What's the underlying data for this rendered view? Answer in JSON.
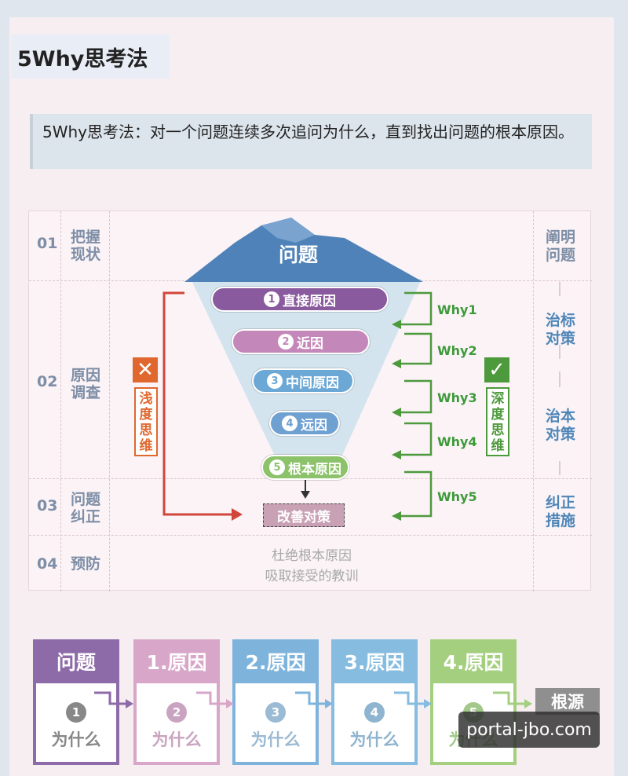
{
  "title": "5Why思考法",
  "definition": "5Why思考法：对一个问题连续多次追问为什么，直到找出问题的根本原因。",
  "diagram": {
    "rows": [
      {
        "num": "01",
        "label": "把握现状"
      },
      {
        "num": "02",
        "label": "原因调查"
      },
      {
        "num": "03",
        "label": "问题纠正"
      },
      {
        "num": "04",
        "label": "预防"
      }
    ],
    "right_labels": [
      "阐明问题",
      "治标对策",
      "治本对策",
      "纠正措施"
    ],
    "top_label": "问题",
    "pills": [
      {
        "num": "1",
        "label": "直接原因",
        "color": "#8a5a9e"
      },
      {
        "num": "2",
        "label": "近因",
        "color": "#c487b9"
      },
      {
        "num": "3",
        "label": "中间原因",
        "color": "#6ca8d6"
      },
      {
        "num": "4",
        "label": "远因",
        "color": "#6ea0d2"
      },
      {
        "num": "5",
        "label": "根本原因",
        "color": "#8cc26a"
      }
    ],
    "fix_label": "改善对策",
    "whys": [
      "Why1",
      "Why2",
      "Why3",
      "Why4",
      "Why5"
    ],
    "shallow": {
      "label": "浅度思维",
      "mark": "✕",
      "color": "#e0682f"
    },
    "deep": {
      "label": "深度思维",
      "mark": "✓",
      "color": "#4d9a3c"
    },
    "bottom_note": [
      "杜绝根本原因",
      "吸取接受的教训"
    ]
  },
  "flow": {
    "columns": [
      {
        "head": "问题",
        "num": "1",
        "q": "为什么",
        "color": "#8d6aa8",
        "qcolor": "#888"
      },
      {
        "head": "1.原因",
        "num": "2",
        "q": "为什么",
        "color": "#d7a6c8",
        "qcolor": "#c9a3bf"
      },
      {
        "head": "2.原因",
        "num": "3",
        "q": "为什么",
        "color": "#7eb4dc",
        "qcolor": "#9bbad3"
      },
      {
        "head": "3.原因",
        "num": "4",
        "q": "为什么",
        "color": "#86bce0",
        "qcolor": "#8fb4cf"
      },
      {
        "head": "4.原因",
        "num": "5",
        "q": "为什么",
        "color": "#a3cf7e",
        "qcolor": "#a2c98a"
      }
    ],
    "root_label": "根源"
  },
  "watermark": "portal-jbo.com"
}
